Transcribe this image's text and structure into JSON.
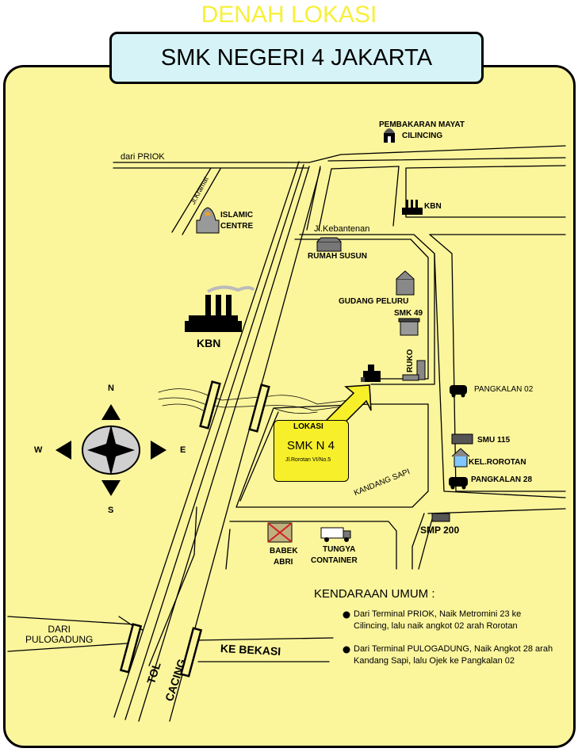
{
  "header": {
    "title": "DENAH LOKASI",
    "subtitle": "SMK NEGERI 4 JAKARTA"
  },
  "map": {
    "roads": {
      "dari_priok": "dari PRIOK",
      "jl_kramat": "Jl.Kramat",
      "jl_kebantenan": "Jl.Kebantenan",
      "dari_pulogadung": "DARI\nPULOGADUNG",
      "tol": "TOL",
      "cacing": "CACING",
      "ke_bekasi": "KE BEKASI",
      "kandang_sapi": "KANDANG SAPI"
    },
    "landmarks": {
      "pembakaran_line1": "PEMBAKARAN MAYAT",
      "pembakaran_line2": "CILINCING",
      "kbn_top": "KBN",
      "islamic_line1": "ISLAMIC",
      "islamic_line2": "CENTRE",
      "rumah_susun": "RUMAH SUSUN",
      "kbn_big": "KBN",
      "gudang_peluru": "GUDANG PELURU",
      "smk49": "SMK 49",
      "ruko": "RUKO",
      "pangkalan02": "PANGKALAN 02",
      "smu115": "SMU 115",
      "kel_rorotan": "KEL.ROROTAN",
      "pangkalan28": "PANGKALAN 28",
      "smp200": "SMP 200",
      "babek_line1": "BABEK",
      "babek_line2": "ABRI",
      "tungya_line1": "TUNGYA",
      "tungya_line2": "CONTAINER"
    },
    "location": {
      "label": "LOKASI",
      "name": "SMK N 4",
      "address": "Jl.Rorotan VI/No.5"
    },
    "compass": {
      "n": "N",
      "s": "S",
      "e": "E",
      "w": "W"
    },
    "legend": {
      "title": "KENDARAAN UMUM :",
      "items": [
        "Dari Terminal PRIOK,  Naik Metromini 23 ke Cilincing, lalu naik angkot 02 arah Rorotan",
        "Dari Terminal PULOGADUNG, Naik Angkot 28 arah Kandang Sapi, lalu Ojek ke Pangkalan 02"
      ]
    }
  },
  "colors": {
    "title_yellow": "#f7f03a",
    "title_box": "#d6f3f7",
    "map_background": "#fbf59c",
    "location_box": "#f7ef2a",
    "arrow_yellow": "#f7ef2a"
  }
}
